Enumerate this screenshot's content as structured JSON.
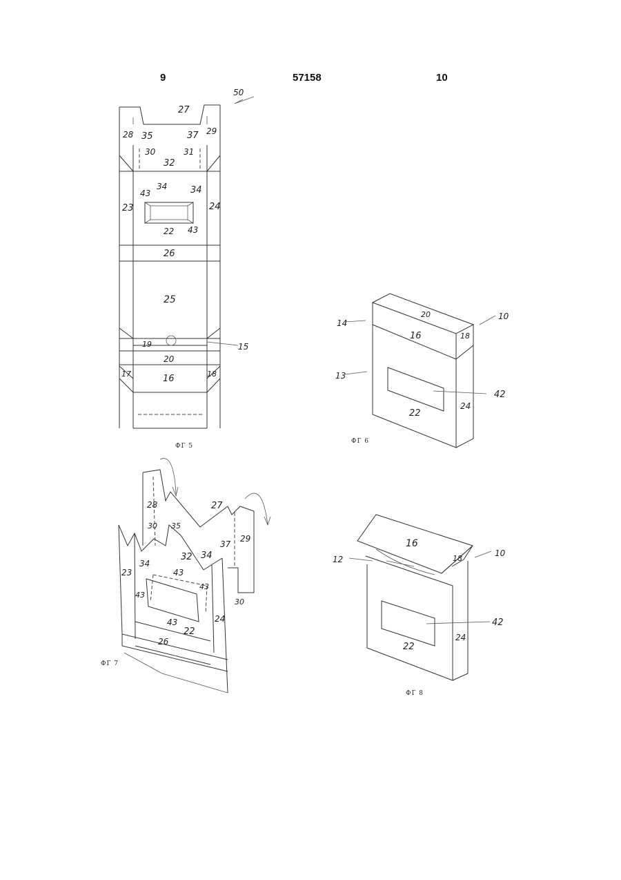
{
  "header": {
    "page_left": "9",
    "patent_number": "57158",
    "page_right": "10"
  },
  "colors": {
    "ink": "#222222",
    "background": "#ffffff"
  },
  "figures": {
    "fig5": {
      "caption": "ФГ 5",
      "labels": {
        "l50": "50",
        "l27": "27",
        "l28": "28",
        "l35": "35",
        "l37": "37",
        "l29": "29",
        "l30": "30",
        "l31": "31",
        "l32": "32",
        "l34a": "34",
        "l34b": "34",
        "l43a": "43",
        "l43b": "43",
        "l23": "23",
        "l24": "24",
        "l22": "22",
        "l26": "26",
        "l25": "25",
        "l19": "19",
        "l15": "15",
        "l20": "20",
        "l17": "17",
        "l16": "16",
        "l18": "18"
      }
    },
    "fig6": {
      "caption": "ФГ 6",
      "labels": {
        "l20": "20",
        "l10": "10",
        "l14": "14",
        "l16": "16",
        "l18": "18",
        "l13": "13",
        "l42": "42",
        "l24": "24",
        "l22": "22"
      }
    },
    "fig7": {
      "caption": "ФГ 7",
      "labels": {
        "l28": "28",
        "l27": "27",
        "l30a": "30",
        "l35": "35",
        "l37": "37",
        "l29": "29",
        "l34a": "34",
        "l32": "32",
        "l34b": "34",
        "l23": "23",
        "l43a": "43",
        "l43b": "43",
        "l43c": "43",
        "l43d": "43",
        "l30b": "30",
        "l24": "24",
        "l22": "22",
        "l26": "26"
      }
    },
    "fig8": {
      "caption": "ФГ 8",
      "labels": {
        "l16": "16",
        "l18": "18",
        "l10": "10",
        "l12": "12",
        "l42": "42",
        "l24": "24",
        "l22": "22"
      }
    }
  }
}
